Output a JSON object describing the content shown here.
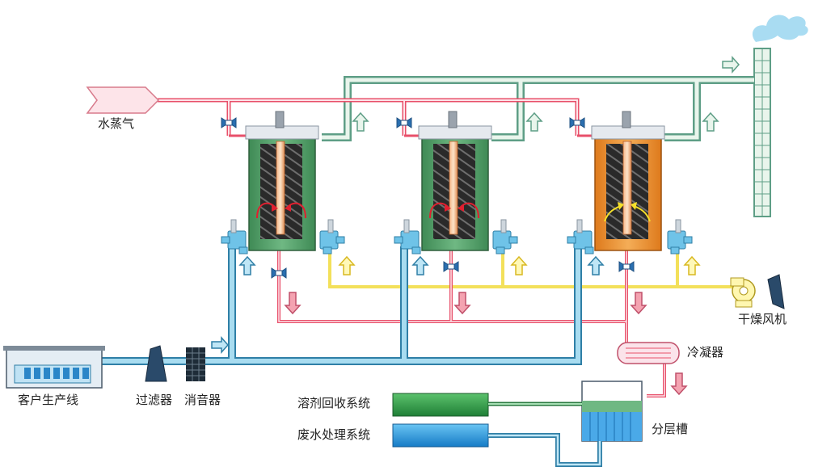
{
  "labels": {
    "steam": "水蒸气",
    "production_line": "客户生产线",
    "filter": "过滤器",
    "silencer": "消音器",
    "dry_fan": "干燥风机",
    "condenser": "冷凝器",
    "solvent_recovery": "溶剂回收系统",
    "wastewater": "废水处理系统",
    "separator": "分层槽"
  },
  "colors": {
    "steam_line": "#e8506a",
    "exhaust_pipe": "#5e9e86",
    "inlet_pipe": "#5ab3d8",
    "dry_air_line": "#f3e05a",
    "adsorber_active": "#4e9a63",
    "adsorber_regen": "#e98a2c",
    "solvent_green": "#2a9a45",
    "wastewater_blue": "#1e8fd8"
  },
  "adsorbers": [
    {
      "state": "adsorbing"
    },
    {
      "state": "adsorbing"
    },
    {
      "state": "desorbing"
    }
  ]
}
